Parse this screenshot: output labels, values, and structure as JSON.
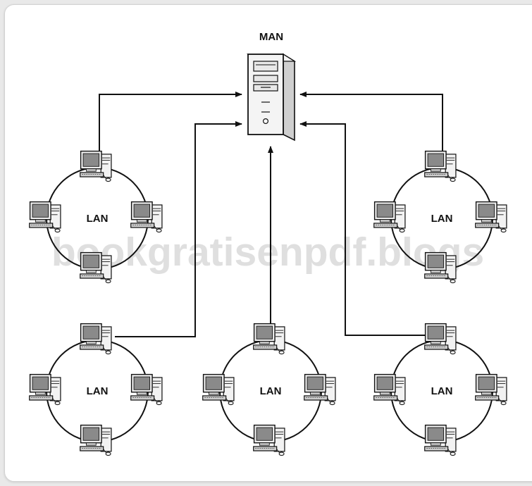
{
  "diagram": {
    "man_label": "MAN",
    "lan_label": "LAN",
    "watermark": "bookgratisenpdf.blogs",
    "colors": {
      "background": "#e9e9e9",
      "card": "#ffffff",
      "line": "#111111",
      "watermark": "#dcdcdc"
    },
    "icons": {
      "server": "tower-server-icon",
      "workstation": "desktop-computer-icon"
    }
  }
}
